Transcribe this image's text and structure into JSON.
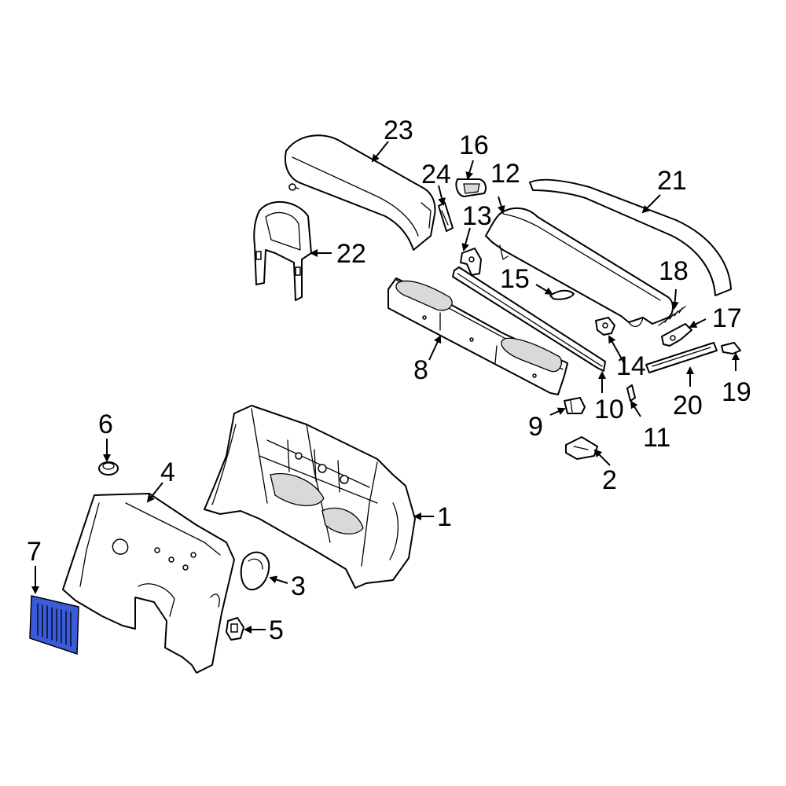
{
  "diagram": {
    "highlight_color": "#3b5bdb",
    "line_color": "#000000",
    "background": "#ffffff",
    "highlighted_part": "7",
    "callouts": {
      "c1": "1",
      "c2": "2",
      "c3": "3",
      "c4": "4",
      "c5": "5",
      "c6": "6",
      "c7": "7",
      "c8": "8",
      "c9": "9",
      "c10": "10",
      "c11": "11",
      "c12": "12",
      "c13": "13",
      "c14": "14",
      "c15": "15",
      "c16": "16",
      "c17": "17",
      "c18": "18",
      "c19": "19",
      "c20": "20",
      "c21": "21",
      "c22": "22",
      "c23": "23",
      "c24": "24"
    }
  }
}
